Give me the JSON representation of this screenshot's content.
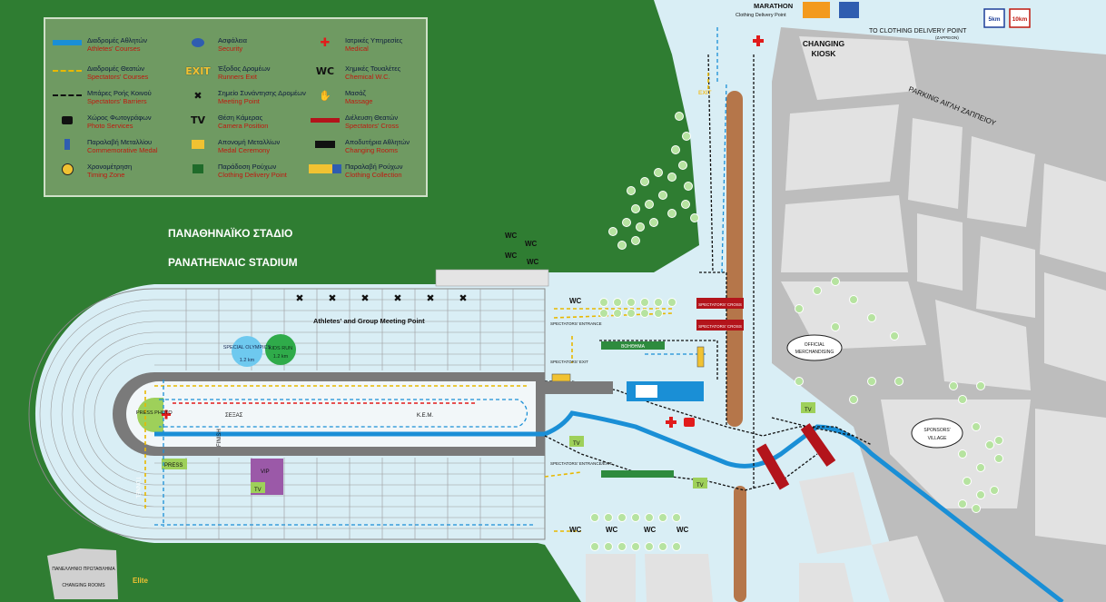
{
  "legend": {
    "items": [
      {
        "gr": "Διαδρομές Αθλητών",
        "en": "Athletes' Courses",
        "icon": "athlete-course-line"
      },
      {
        "gr": "Διαδρομές Θεατών",
        "en": "Spectators' Courses",
        "icon": "spectator-course-line"
      },
      {
        "gr": "Μπάρες Ροής Κοινού",
        "en": "Spectators' Barriers",
        "icon": "barrier-line"
      },
      {
        "gr": "Χώρος Φωτογράφων",
        "en": "Photo Services",
        "icon": "camera-icon"
      },
      {
        "gr": "Παραλαβή Μεταλλίου",
        "en": "Commemorative Medal",
        "icon": "medal-icon"
      },
      {
        "gr": "Χρονομέτρηση",
        "en": "Timing Zone",
        "icon": "timing-icon"
      },
      {
        "gr": "Ασφάλεια",
        "en": "Security",
        "icon": "security-icon"
      },
      {
        "gr": "Έξοδος Δρομέων",
        "en": "Runners Exit",
        "icon": "exit-icon",
        "symbol": "EXIT"
      },
      {
        "gr": "Σημείο Συνάντησης Δρομέων",
        "en": "Meeting Point",
        "icon": "meeting-point-icon"
      },
      {
        "gr": "Θέση Κάμερας",
        "en": "Camera Position",
        "icon": "tv-icon",
        "symbol": "TV"
      },
      {
        "gr": "Απονομή Μεταλλίων",
        "en": "Medal Ceremony",
        "icon": "podium-icon"
      },
      {
        "gr": "Παράδοση Ρούχων",
        "en": "Clothing Delivery Point",
        "icon": "shirt-icon"
      },
      {
        "gr": "Ιατρικές Υπηρεσίες",
        "en": "Medical",
        "icon": "medical-icon"
      },
      {
        "gr": "Χημικές Τουαλέτες",
        "en": "Chemical W.C.",
        "icon": "wc-icon",
        "symbol": "WC"
      },
      {
        "gr": "Μασάζ",
        "en": "Massage",
        "icon": "massage-icon"
      },
      {
        "gr": "Διέλευση Θεατών",
        "en": "Spectators' Cross",
        "icon": "spectator-cross-icon"
      },
      {
        "gr": "Αποδυτήρια Αθλητών",
        "en": "Changing Rooms",
        "icon": "changing-room-icon"
      },
      {
        "gr": "Παραλαβή Ρούχων",
        "en": "Clothing Collection",
        "icon": "clothing-collection-icon"
      }
    ]
  },
  "labels": {
    "stadium_gr": "ΠΑΝΑΘΗΝΑΪΚΟ ΣΤΑΔΙΟ",
    "stadium_en": "PANATHENAIC STADIUM",
    "meeting_point": "Athletes' and Group Meeting Point",
    "special_olympics": "SPECIAL OLYMPICS",
    "special_olympics_km": "1.2 km",
    "kids_run": "KIDS RUN",
    "kids_run_km": "1.2 km",
    "press_photo": "PRESS PHOTO",
    "finish": "FINISH",
    "sexas": "ΣΕΞΑΣ",
    "kem": "Κ.Ε.Μ.",
    "press": "PRESS",
    "vip": "VIP",
    "tv": "TV",
    "tunnel": "TUNNEL",
    "elite": "Elite",
    "changing_rooms_gr": "ΠΑΝΕΛΛΗΝΙΟ ΠΡΩΤΑΘΛΗΜΑ",
    "changing_rooms_en": "CHANGING ROOMS",
    "spectators_entrance": "SPECTATORS' ENTRANCE",
    "spectators_exit": "SPECTATORS' EXIT",
    "spectators_entrance_exit": "SPECTATORS' ENTRANCE/EXIT",
    "spectators_cross": "SPECTATORS' CROSS",
    "boithima": "ΒΟΗΘΗΜΑ",
    "marathon": "MARATHON",
    "clothing_delivery_point": "Clothing Delivery Point",
    "changing_kiosk_1": "CHANGING",
    "changing_kiosk_2": "KIOSK",
    "to_clothing_delivery": "TO CLOTHING DELIVERY POINT",
    "zappeion": "(ZAPPEION)",
    "five_km": "5km",
    "ten_km": "10km",
    "parking": "PARKING ΑΙΓΛΗ ΖΑΠΠΕΙΟΥ",
    "official_merch_1": "OFFICIAL",
    "official_merch_2": "MERCHANDISING",
    "sponsors_village_1": "SPONSORS'",
    "sponsors_village_2": "VILLAGE",
    "exit": "EXIT",
    "wc": "WC"
  },
  "colors": {
    "grass": "#2f7d32",
    "road": "#c9c9c9",
    "plaza": "#d9eef5",
    "athlete_course": "#1a8fd6",
    "spectator_course": "#e8b800",
    "barrier": "#111111",
    "medical": "#e11b1b",
    "spectator_cross": "#b3141b"
  }
}
